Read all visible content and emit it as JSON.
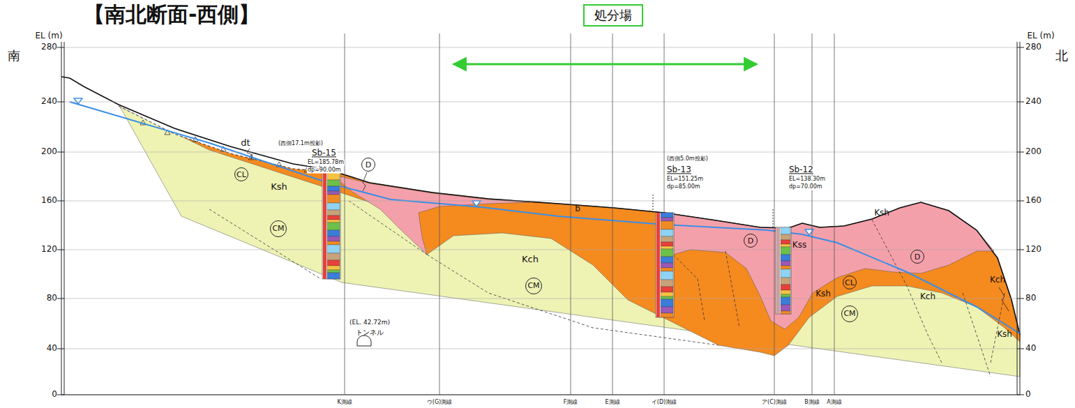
{
  "diagram": {
    "title": "【南北断面-西側】",
    "nodes": [
      {
        "text": [
          "処分場"
        ]
      },
      {
        "text": [
          "CL"
        ]
      },
      {
        "text": [
          "CM"
        ]
      },
      {
        "text": [
          "D"
        ]
      },
      {
        "text": [
          "CM"
        ]
      },
      {
        "text": [
          "D"
        ]
      },
      {
        "text": [
          "CL"
        ]
      },
      {
        "text": [
          "CM"
        ]
      },
      {
        "text": [
          "D"
        ]
      }
    ],
    "labels": [
      "EL (m)",
      "280",
      "240",
      "200",
      "160",
      "120",
      "80",
      "40",
      "0",
      "EL (m)",
      "280",
      "240",
      "200",
      "160",
      "120",
      "80",
      "40",
      "0",
      "南",
      "北",
      "(西側17.1m投影)",
      "Sb-15",
      "EL=185.78m",
      "dp=90.00m",
      "(西側5.0m投影)",
      "Sb-13",
      "EL=151.25m",
      "dp=85.00m",
      "Sb-12",
      "EL=138.30m",
      "dp=70.00m",
      "dt",
      "Ksh",
      "Kch",
      "b",
      "Kss",
      "Ksh",
      "Ksh",
      "Kch",
      "Kch",
      "Ksh",
      "(EL. 42.72m)",
      "トンネル",
      "K測線",
      "ウ(G)測線",
      "F測線",
      "E測線",
      "イ(D)測線",
      "ア(C)測線",
      "B測線",
      "A測線"
    ]
  }
}
